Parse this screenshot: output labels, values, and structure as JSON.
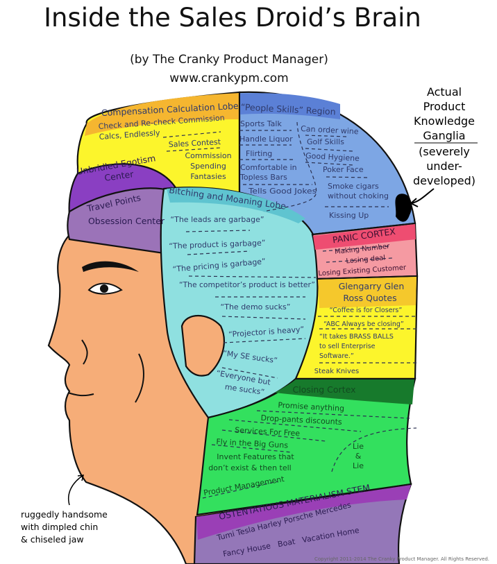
{
  "header": {
    "title": "Inside the Sales Droid’s Brain",
    "subtitle": "(by The Cranky Product Manager)",
    "url": "www.crankypm.com"
  },
  "ganglia_note": {
    "lines": [
      "Actual",
      "Product",
      "Knowledge",
      "Ganglia"
    ],
    "sub_lines": [
      "(severely",
      "under-",
      "developed)"
    ]
  },
  "chin_note": {
    "lines": [
      "ruggedly handsome",
      "with dimpled chin",
      "& chiseled jaw"
    ]
  },
  "regions": {
    "compensation": {
      "title": "Compensation Calculation Lobe",
      "items": [
        "Check and Re-check Commission",
        "Calcs, Endlessly",
        "Sales Contest",
        "Commission",
        "Spending",
        "Fantasies"
      ]
    },
    "egotism": {
      "lines": [
        "Unbridled Egotism",
        "Center"
      ]
    },
    "travel": {
      "lines": [
        "Travel Points",
        "Obsession Center"
      ]
    },
    "people_skills": {
      "title": "“People Skills” Region",
      "left_items": [
        "Sports Talk",
        "Handle Liquor",
        "Flirting",
        "Comfortable in",
        "Topless Bars",
        "Tells Good Jokes"
      ],
      "right_items": [
        "Can order wine",
        "Golf Skills",
        "Good Hygiene",
        "Poker Face",
        "Smoke cigars",
        "without choking",
        "Kissing Up"
      ]
    },
    "bitching": {
      "title": "Bitching and Moaning Lobe",
      "items": [
        "“The leads are garbage”",
        "“The product is garbage”",
        "“The pricing is garbage”",
        "“The competitor’s product is better”",
        "“The demo sucks”",
        "“Projector is heavy”",
        "“My SE sucks”",
        "“Everyone but",
        "me sucks”"
      ]
    },
    "panic": {
      "title": "PANIC CORTEX",
      "items": [
        "Making Number",
        "Losing deal",
        "Losing Existing Customer"
      ]
    },
    "glengarry": {
      "title_lines": [
        "Glengarry Glen",
        "Ross Quotes"
      ],
      "items": [
        "“Coffee is for Closers”",
        "“ABC Always be closing”",
        "“It takes BRASS BALLS",
        "to sell Enterprise",
        "Software.”",
        "Steak Knives"
      ]
    },
    "closing": {
      "title": "Closing Cortex",
      "items": [
        "Promise anything",
        "Drop-pants discounts",
        "Services For Free",
        "Fly in the Big Guns",
        "Invent Features that",
        "don’t exist & then tell",
        "Product Management"
      ],
      "lie_lines": [
        "Lie",
        "&",
        "Lie"
      ]
    },
    "stem": {
      "title": "OSTENTATIOUS MATERIALISM STEM",
      "items": [
        "Tumi Tesla Harley Porsche Mercedes",
        "Fancy House   Boat   Vacation Home"
      ]
    }
  },
  "copyright": "Copyright 2011-2014 The Cranky Product Manager. All Rights Reserved.",
  "colors": {
    "skin": "#f6ad78",
    "yellow": "#fcf52c",
    "orange": "#f5b630",
    "blue": "#7da6e4",
    "blue_header": "#5b80d6",
    "cyan": "#8fe0e0",
    "cyan_header": "#5fc4d0",
    "purple": "#8a3fc2",
    "lilac": "#9b73b8",
    "pink": "#f59aa2",
    "pink_header": "#ee4d71",
    "green": "#33e05e",
    "green_header": "#177a2c",
    "stem_header": "#9a3fb6",
    "stem": "#9477b8"
  }
}
